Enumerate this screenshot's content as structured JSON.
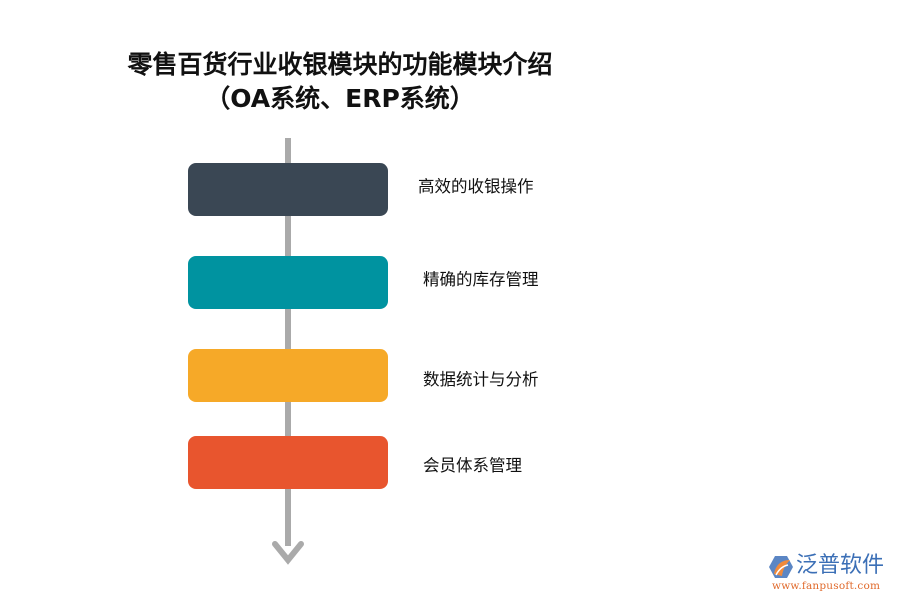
{
  "title": {
    "line1": "零售百货行业收银模块的功能模块介绍",
    "line2": "（OA系统、ERP系统）"
  },
  "axis": {
    "color": "#aaaaaa",
    "direction": "down"
  },
  "modules": [
    {
      "label": "高效的收银操作",
      "color": "#3a4754"
    },
    {
      "label": "精确的库存管理",
      "color": "#0093a0"
    },
    {
      "label": "数据统计与分析",
      "color": "#f6a928"
    },
    {
      "label": "会员体系管理",
      "color": "#e8552e"
    }
  ],
  "logo": {
    "name": "泛普软件",
    "url": "www.fanpusoft.com"
  }
}
